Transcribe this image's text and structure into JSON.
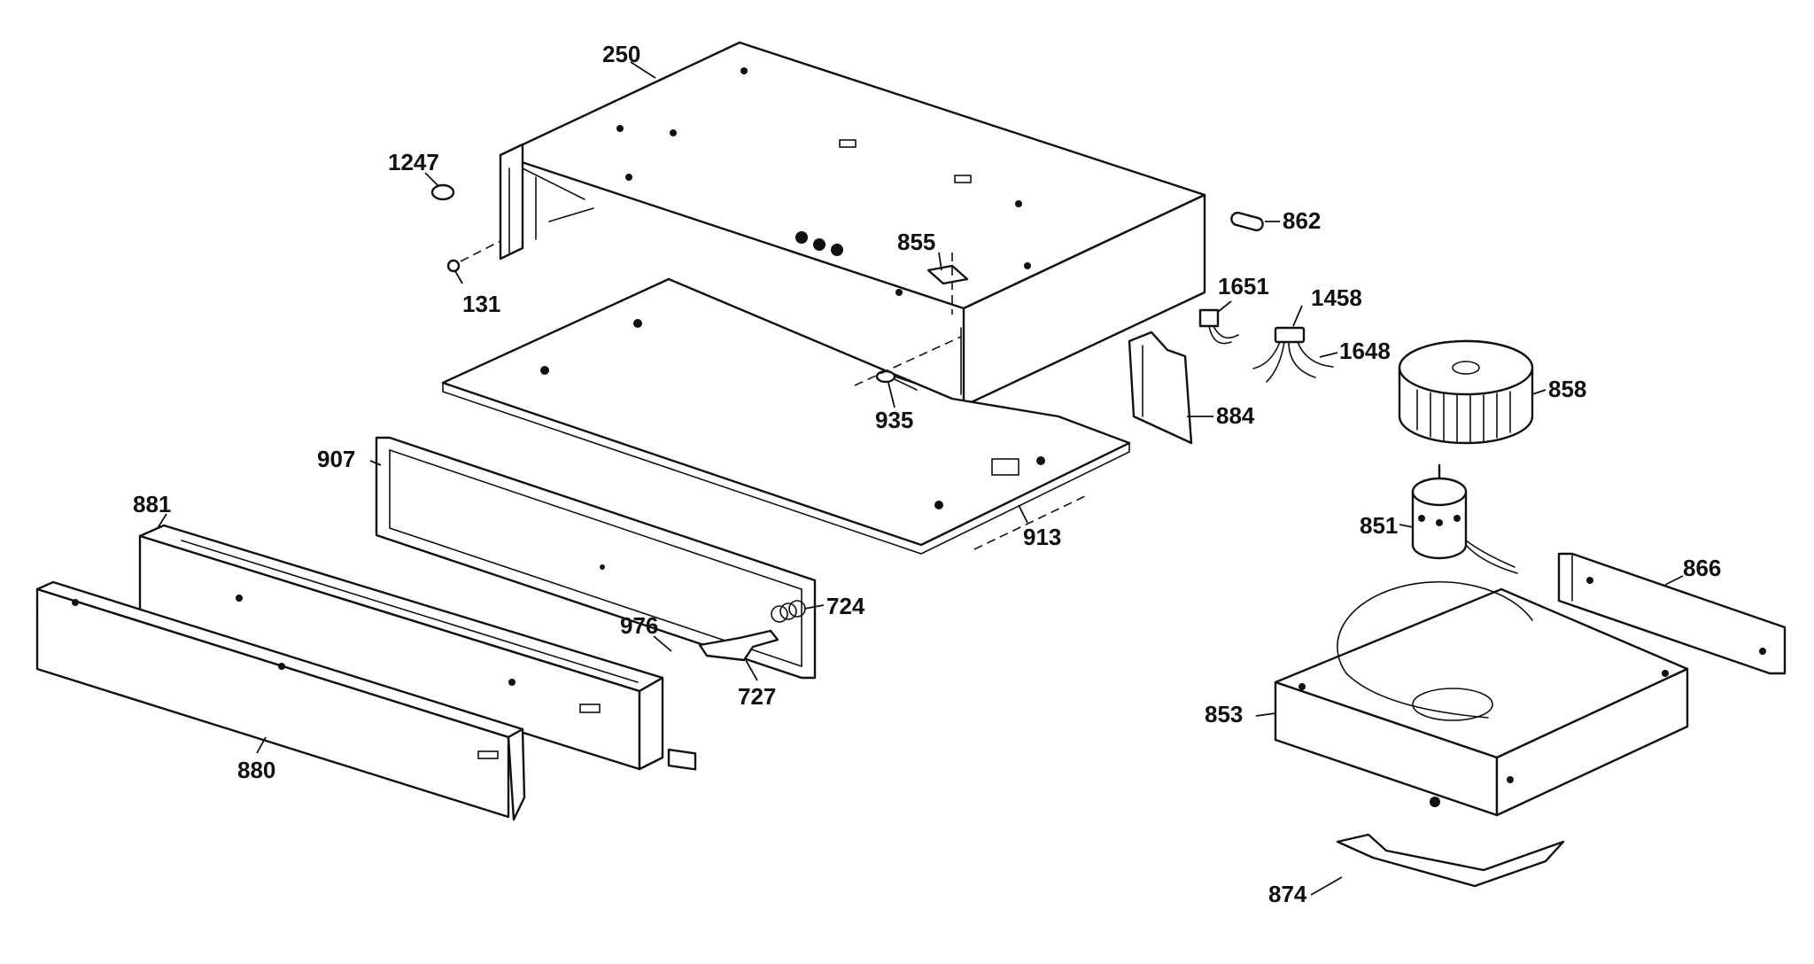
{
  "diagram": {
    "part_numbers": {
      "p250": "250",
      "p1247": "1247",
      "p131": "131",
      "p855": "855",
      "p862": "862",
      "p1651": "1651",
      "p1458": "1458",
      "p1648": "1648",
      "p858": "858",
      "p935": "935",
      "p884": "884",
      "p907": "907",
      "p881": "881",
      "p913": "913",
      "p851": "851",
      "p866": "866",
      "p724": "724",
      "p976": "976",
      "p727": "727",
      "p853": "853",
      "p880": "880",
      "p874": "874"
    },
    "colors": {
      "ink": "#111111",
      "paper": "#ffffff"
    }
  }
}
